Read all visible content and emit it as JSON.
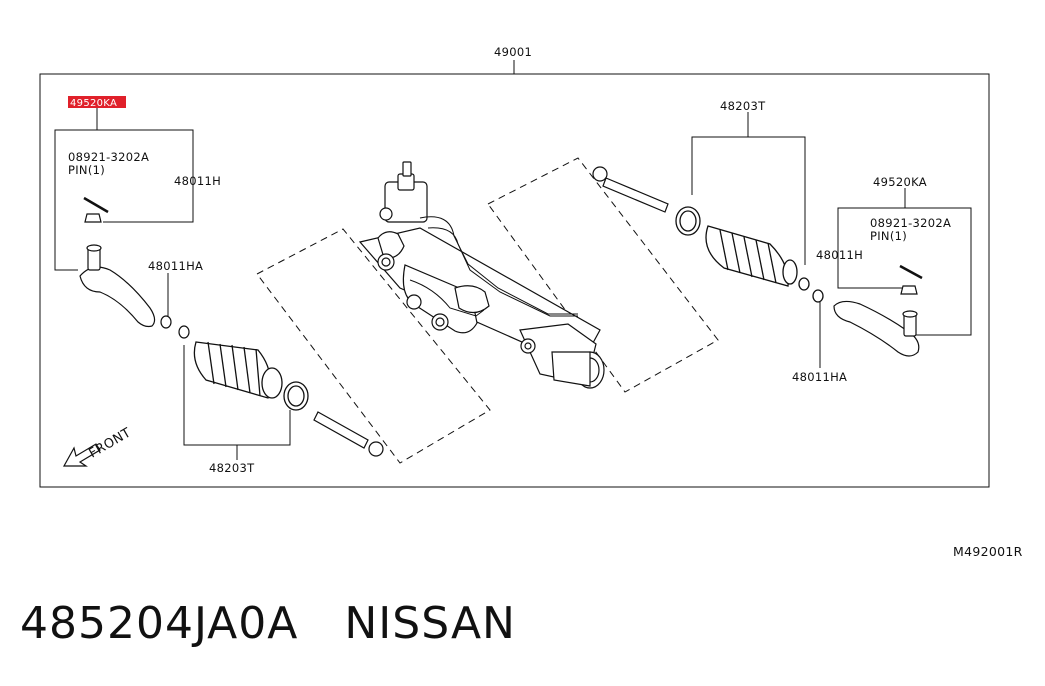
{
  "assembly_number": "49001",
  "highlighted_part": {
    "text": "49520KA",
    "highlight_color": "#e0202a"
  },
  "left_group": {
    "bolt": "08921-3202A",
    "pin": "PIN(1)",
    "tie_rod_end": "48011H",
    "nut": "48011HA",
    "boot": "48203T"
  },
  "right_group": {
    "part": "49520KA",
    "bolt": "08921-3202A",
    "pin": "PIN(1)",
    "tie_rod_end": "48011H",
    "nut": "48011HA",
    "boot": "48203T"
  },
  "front_label": "FRONT",
  "diagram_code": "M492001R",
  "part_number": "485204JA0A",
  "brand": "NISSAN",
  "colors": {
    "line": "#111111",
    "highlight": "#e0202a",
    "background": "#ffffff"
  }
}
